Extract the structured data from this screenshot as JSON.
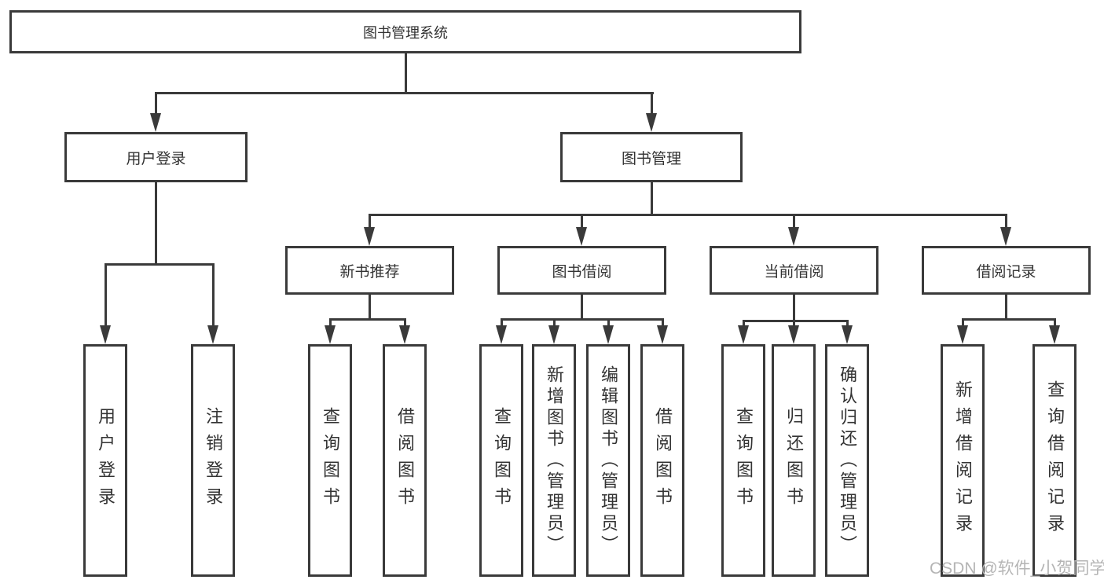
{
  "diagram": {
    "root": {
      "label": "图书管理系统"
    },
    "level2": [
      {
        "label": "用户登录"
      },
      {
        "label": "图书管理"
      }
    ],
    "level3": [
      {
        "label": "新书推荐"
      },
      {
        "label": "图书借阅"
      },
      {
        "label": "当前借阅"
      },
      {
        "label": "借阅记录"
      }
    ],
    "leaves": {
      "user_login": [
        {
          "label": "用户登录"
        },
        {
          "label": "注销登录"
        }
      ],
      "new_book": [
        {
          "label": "查询图书"
        },
        {
          "label": "借阅图书"
        }
      ],
      "borrow": [
        {
          "label": "查询图书"
        },
        {
          "label": "新增图书（管理员）"
        },
        {
          "label": "编辑图书（管理员）"
        },
        {
          "label": "借阅图书"
        }
      ],
      "current": [
        {
          "label": "查询图书"
        },
        {
          "label": "归还图书"
        },
        {
          "label": "确认归还（管理员）"
        }
      ],
      "records": [
        {
          "label": "新增借阅记录"
        },
        {
          "label": "查询借阅记录"
        }
      ]
    }
  },
  "watermark": {
    "text": "CSDN @软件_小贺同学"
  },
  "colors": {
    "line": "#3a3a3a",
    "text": "#333333",
    "watermark": "#b5b5b5",
    "background": "#ffffff"
  }
}
